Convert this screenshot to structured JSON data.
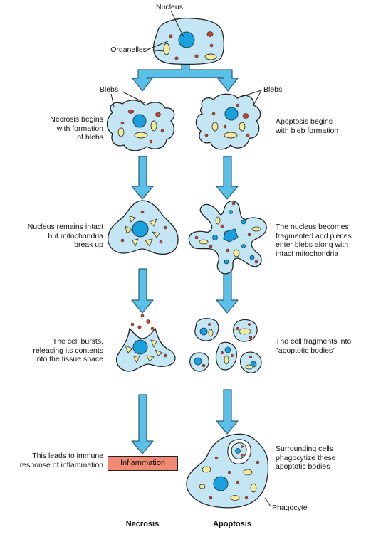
{
  "labels": {
    "nucleus": "Nucleus",
    "organelles": "Organelles",
    "blebs_left": "Blebs",
    "blebs_right": "Blebs",
    "phagocyte": "Phagocyte",
    "inflammation": "Inflammation",
    "necrosis": "Necrosis",
    "apoptosis": "Apoptosis"
  },
  "steps": {
    "left": [
      [
        "Necrosis begins",
        "with formation",
        "of blebs"
      ],
      [
        "Nucleus remains intact",
        "but mitochondria",
        "break up"
      ],
      [
        "The cell bursts,",
        "releasing its contents",
        "into the tissue space"
      ],
      [
        "This leads to immune",
        "response of inflammation"
      ]
    ],
    "right": [
      [
        "Apoptosis begins",
        "with bleb formation"
      ],
      [
        "The nucleus becomes",
        "fragmented and pieces",
        "enter blebs along with",
        "intact mitochondria"
      ],
      [
        "The cell fragments into",
        "\"apoptotic bodies\""
      ],
      [
        "Surrounding cells",
        "phagocytize these",
        "apoptotic bodies"
      ]
    ]
  },
  "colors": {
    "cell_fill": "#c4e6f4",
    "nucleus": "#1aa0dc",
    "arrow": "#5bc0e8",
    "mitochondria": "#f5ec9a",
    "granule": "#c8402a",
    "inflammation_box": "#f08a72"
  }
}
